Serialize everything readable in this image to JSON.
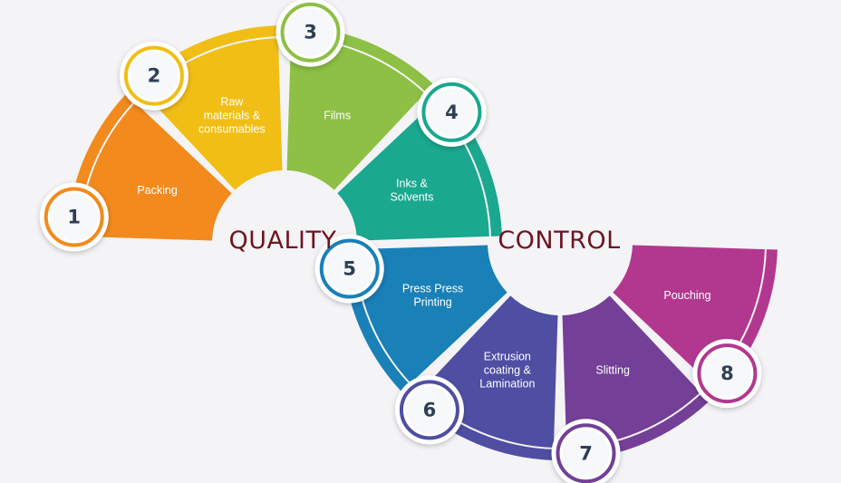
{
  "title": {
    "word_left": "QUALITY",
    "word_right": "CONTROL",
    "color": "#6e1421"
  },
  "steps": [
    {
      "number": "1",
      "label_lines": [
        "Packing"
      ],
      "color": "#f28a1e"
    },
    {
      "number": "2",
      "label_lines": [
        "Raw",
        "materials &",
        "consumables"
      ],
      "color": "#f1be16"
    },
    {
      "number": "3",
      "label_lines": [
        "Films"
      ],
      "color": "#8dc044"
    },
    {
      "number": "4",
      "label_lines": [
        "Inks &",
        "Solvents"
      ],
      "color": "#1aa88f"
    },
    {
      "number": "5",
      "label_lines": [
        "Press Press",
        "Printing"
      ],
      "color": "#1a80b8"
    },
    {
      "number": "6",
      "label_lines": [
        "Extrusion",
        "coating &",
        "Lamination"
      ],
      "color": "#4f4ea3"
    },
    {
      "number": "7",
      "label_lines": [
        "Slitting"
      ],
      "color": "#743f96"
    },
    {
      "number": "8",
      "label_lines": [
        "Pouching"
      ],
      "color": "#b2388f"
    }
  ]
}
